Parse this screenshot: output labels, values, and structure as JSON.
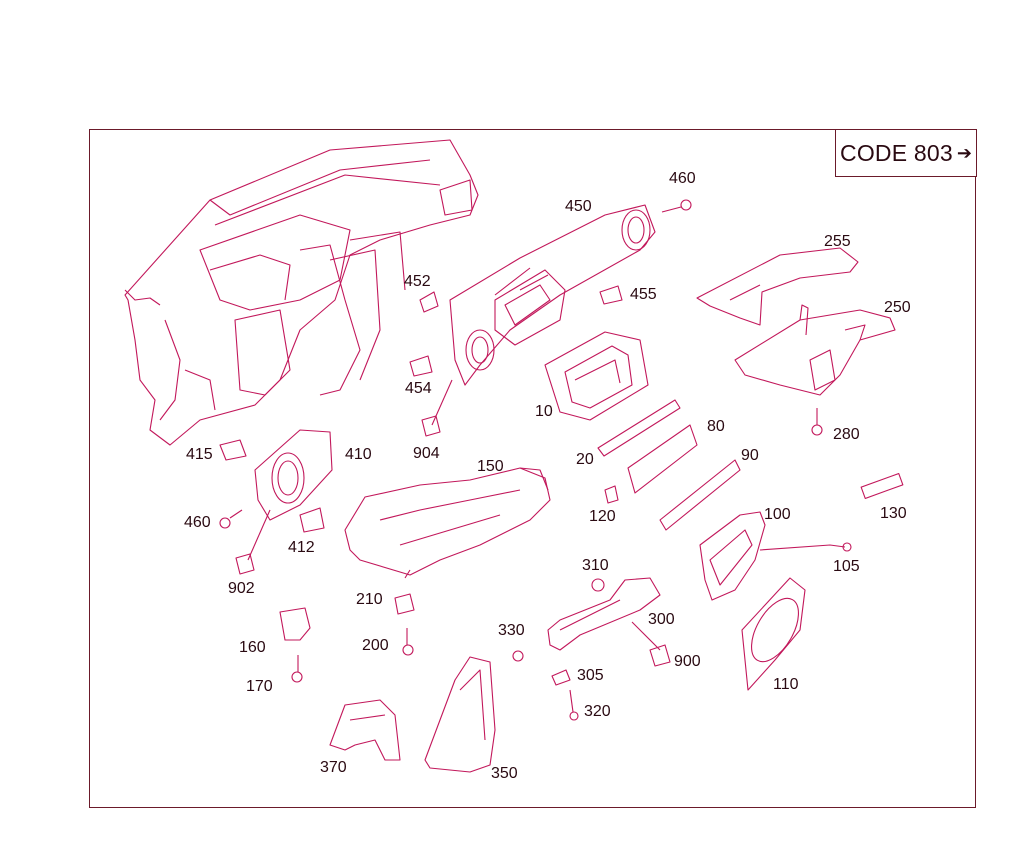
{
  "code_box": {
    "text": "CODE 803",
    "arrow_icon": "right-arrow-icon"
  },
  "colors": {
    "line": "#c2185b",
    "ink": "#2a0a12",
    "frame": "#6b1a2a"
  },
  "parts": [
    {
      "id": "460a",
      "label": "460"
    },
    {
      "id": "450",
      "label": "450"
    },
    {
      "id": "255",
      "label": "255"
    },
    {
      "id": "452",
      "label": "452"
    },
    {
      "id": "455",
      "label": "455"
    },
    {
      "id": "250",
      "label": "250"
    },
    {
      "id": "454",
      "label": "454"
    },
    {
      "id": "10",
      "label": "10"
    },
    {
      "id": "280",
      "label": "280"
    },
    {
      "id": "904",
      "label": "904"
    },
    {
      "id": "80",
      "label": "80"
    },
    {
      "id": "415",
      "label": "415"
    },
    {
      "id": "410",
      "label": "410"
    },
    {
      "id": "20",
      "label": "20"
    },
    {
      "id": "90",
      "label": "90"
    },
    {
      "id": "150",
      "label": "150"
    },
    {
      "id": "460b",
      "label": "460"
    },
    {
      "id": "120",
      "label": "120"
    },
    {
      "id": "100",
      "label": "100"
    },
    {
      "id": "130",
      "label": "130"
    },
    {
      "id": "412",
      "label": "412"
    },
    {
      "id": "105",
      "label": "105"
    },
    {
      "id": "902",
      "label": "902"
    },
    {
      "id": "310",
      "label": "310"
    },
    {
      "id": "210",
      "label": "210"
    },
    {
      "id": "300",
      "label": "300"
    },
    {
      "id": "330",
      "label": "330"
    },
    {
      "id": "200",
      "label": "200"
    },
    {
      "id": "160",
      "label": "160"
    },
    {
      "id": "900",
      "label": "900"
    },
    {
      "id": "305",
      "label": "305"
    },
    {
      "id": "170",
      "label": "170"
    },
    {
      "id": "110",
      "label": "110"
    },
    {
      "id": "320",
      "label": "320"
    },
    {
      "id": "370",
      "label": "370"
    },
    {
      "id": "350",
      "label": "350"
    }
  ]
}
